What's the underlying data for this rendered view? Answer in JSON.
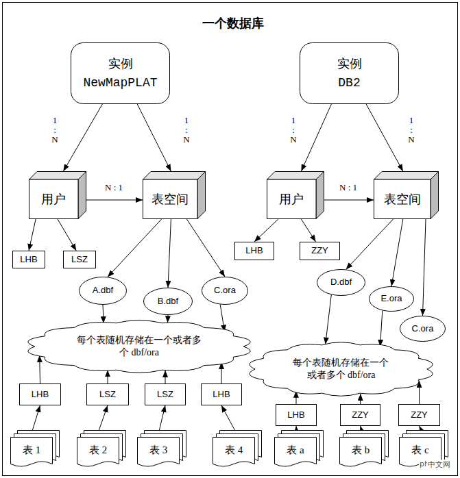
{
  "diagram": {
    "title": "一个数据库",
    "nodes": [
      {
        "text": [
          "实例",
          "NewMapPLAT"
        ]
      },
      {
        "text": [
          "实例",
          "DB2"
        ]
      },
      {
        "text": [
          "用户"
        ]
      },
      {
        "text": [
          "表空间"
        ]
      },
      {
        "text": [
          "用户"
        ]
      },
      {
        "text": [
          "表空间"
        ]
      },
      {
        "text": [
          "LHB"
        ]
      },
      {
        "text": [
          "LSZ"
        ]
      },
      {
        "text": [
          "LHB"
        ]
      },
      {
        "text": [
          "ZZY"
        ]
      },
      {
        "text": [
          "A.dbf"
        ]
      },
      {
        "text": [
          "B.dbf"
        ]
      },
      {
        "text": [
          "C.ora"
        ]
      },
      {
        "text": [
          "D.dbf"
        ]
      },
      {
        "text": [
          "E.ora"
        ]
      },
      {
        "text": [
          "C.ora"
        ]
      },
      {
        "text": [
          "每个表随机存储在一个或者多个 dbf/ora"
        ]
      },
      {
        "text": [
          "每个表随机存储在一个或者多个 dbf/ora"
        ]
      },
      {
        "text": [
          "LHB"
        ]
      },
      {
        "text": [
          "LSZ"
        ]
      },
      {
        "text": [
          "LSZ"
        ]
      },
      {
        "text": [
          "LHB"
        ]
      },
      {
        "text": [
          "LHB"
        ]
      },
      {
        "text": [
          "ZZY"
        ]
      },
      {
        "text": [
          "ZZY"
        ]
      },
      {
        "text": [
          "表 1"
        ]
      },
      {
        "text": [
          "表 2"
        ]
      },
      {
        "text": [
          "表 3"
        ]
      },
      {
        "text": [
          "表 4"
        ]
      },
      {
        "text": [
          "表 a"
        ]
      },
      {
        "text": [
          "表 b"
        ]
      },
      {
        "text": [
          "表 c"
        ]
      }
    ],
    "edges": [
      {
        "from": 0,
        "to": 2,
        "arrow": "to",
        "label": "1 : N"
      },
      {
        "from": 0,
        "to": 3,
        "arrow": "to",
        "label": "1 : N"
      },
      {
        "from": 2,
        "to": 3,
        "arrow": "to",
        "label": "N : 1"
      },
      {
        "from": 1,
        "to": 4,
        "arrow": "to",
        "label": "1 : N"
      },
      {
        "from": 1,
        "to": 5,
        "arrow": "to",
        "label": "1 : N"
      },
      {
        "from": 4,
        "to": 5,
        "arrow": "to",
        "label": "N : 1"
      },
      {
        "from": 2,
        "to": 6,
        "arrow": "to"
      },
      {
        "from": 2,
        "to": 7,
        "arrow": "to"
      },
      {
        "from": 4,
        "to": 8,
        "arrow": "to"
      },
      {
        "from": 4,
        "to": 9,
        "arrow": "to"
      },
      {
        "from": 3,
        "to": 10,
        "arrow": "to"
      },
      {
        "from": 3,
        "to": 11,
        "arrow": "to"
      },
      {
        "from": 3,
        "to": 12,
        "arrow": "to"
      },
      {
        "from": 5,
        "to": 13,
        "arrow": "to"
      },
      {
        "from": 5,
        "to": 14,
        "arrow": "to"
      },
      {
        "from": 5,
        "to": 15,
        "arrow": "to"
      },
      {
        "from": 10,
        "to": 16,
        "arrow": "to"
      },
      {
        "from": 11,
        "to": 16,
        "arrow": "to"
      },
      {
        "from": 12,
        "to": 16,
        "arrow": "to"
      },
      {
        "from": 13,
        "to": 17,
        "arrow": "to"
      },
      {
        "from": 14,
        "to": 17,
        "arrow": "to"
      },
      {
        "from": 18,
        "to": 16,
        "arrow": "to"
      },
      {
        "from": 19,
        "to": 16,
        "arrow": "to"
      },
      {
        "from": 20,
        "to": 16,
        "arrow": "to"
      },
      {
        "from": 21,
        "to": 16,
        "arrow": "to"
      },
      {
        "from": 22,
        "to": 17,
        "arrow": "to"
      },
      {
        "from": 23,
        "to": 17,
        "arrow": "to"
      },
      {
        "from": 24,
        "to": 17,
        "arrow": "to"
      },
      {
        "from": 25,
        "to": 18,
        "arrow": "to"
      },
      {
        "from": 26,
        "to": 19,
        "arrow": "to"
      },
      {
        "from": 27,
        "to": 20,
        "arrow": "to"
      },
      {
        "from": 28,
        "to": 21,
        "arrow": "to"
      },
      {
        "from": 29,
        "to": 22,
        "arrow": "to"
      },
      {
        "from": 30,
        "to": 23,
        "arrow": "to"
      },
      {
        "from": 31,
        "to": 24,
        "arrow": "to"
      }
    ],
    "labels": [
      "php",
      "中文网"
    ]
  }
}
